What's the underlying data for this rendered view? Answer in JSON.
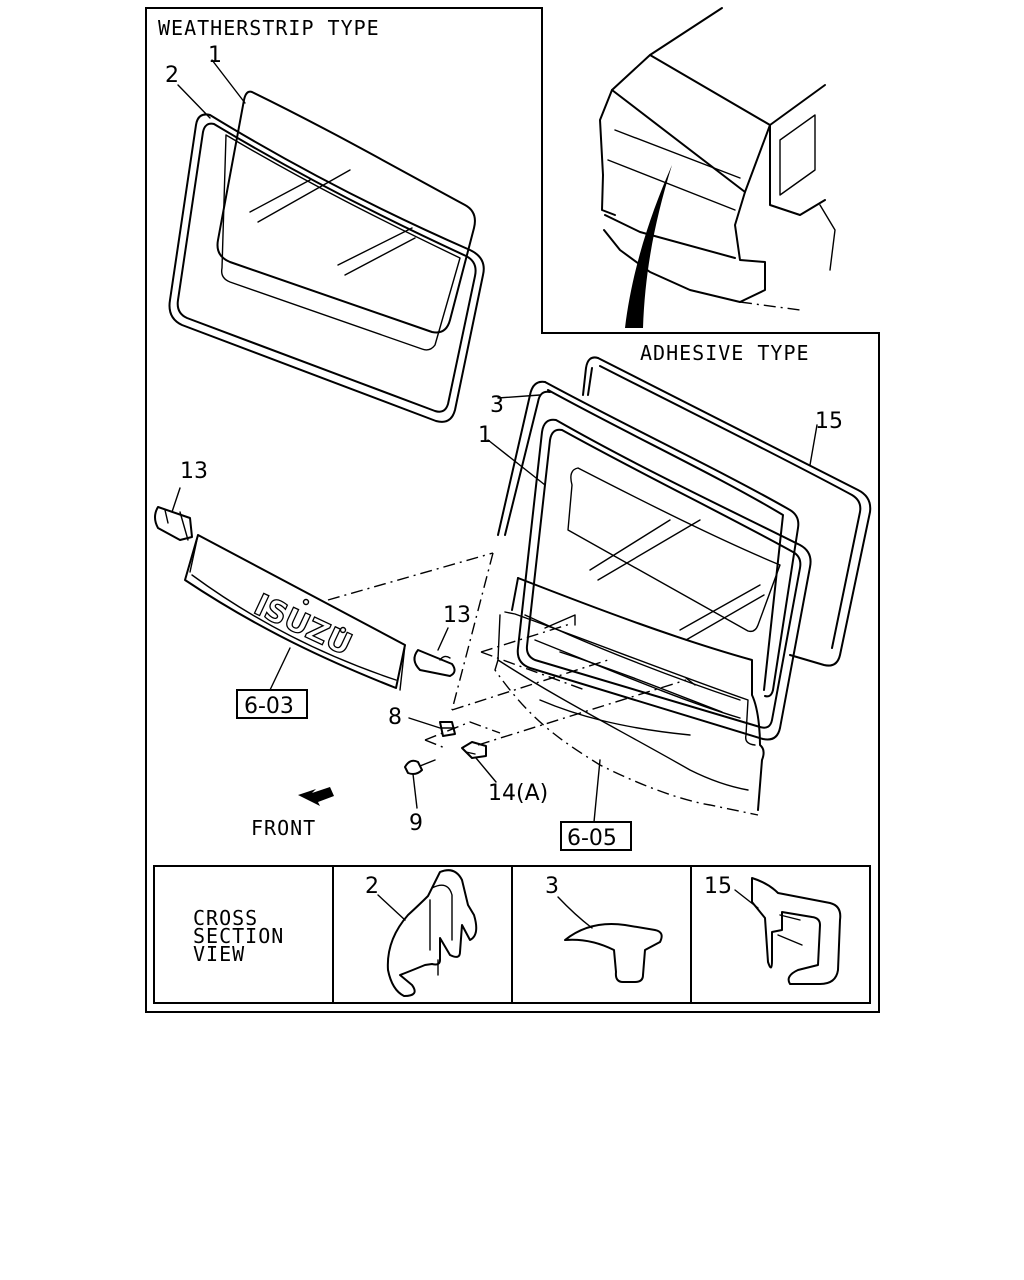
{
  "headings": {
    "weatherstrip": "WEATHERSTRIP TYPE",
    "adhesive": "ADHESIVE TYPE",
    "front": "FRONT"
  },
  "callouts": {
    "c1a": "1",
    "c2": "2",
    "c3": "3",
    "c1b": "1",
    "c15": "15",
    "c13a": "13",
    "c13b": "13",
    "c8": "8",
    "c9": "9",
    "c14": "14(A)"
  },
  "refs": {
    "r603": "6-03",
    "r605": "6-05"
  },
  "garnish_text": "ISUZU",
  "cross_section": {
    "title_line1": "CROSS",
    "title_line2": "SECTION",
    "title_line3": "VIEW",
    "item2": "2",
    "item3": "3",
    "item15": "15"
  }
}
